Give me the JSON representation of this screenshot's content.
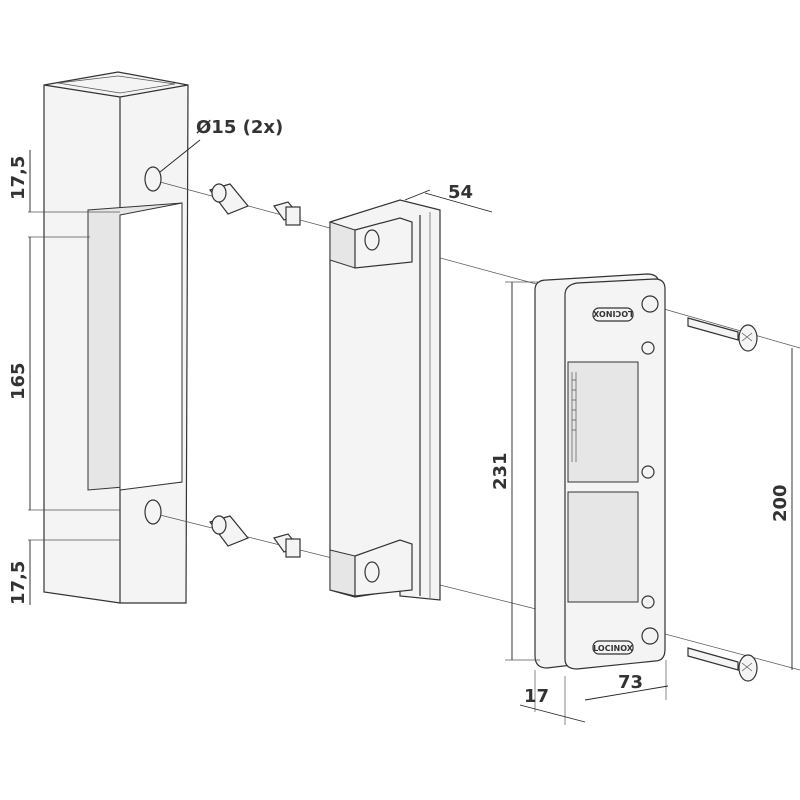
{
  "title": "Electric strike mounting diagram",
  "dimensions": {
    "hole_diameter": "Ø15 (2x)",
    "top_offset": "17,5",
    "cutout_height": "165",
    "bottom_offset": "17,5",
    "bracket_depth": "54",
    "strike_height": "231",
    "screw_spacing": "200",
    "strike_thickness": "17",
    "strike_width": "73"
  },
  "brand_logo": [
    "LOCINOX",
    "LOCINOX"
  ]
}
